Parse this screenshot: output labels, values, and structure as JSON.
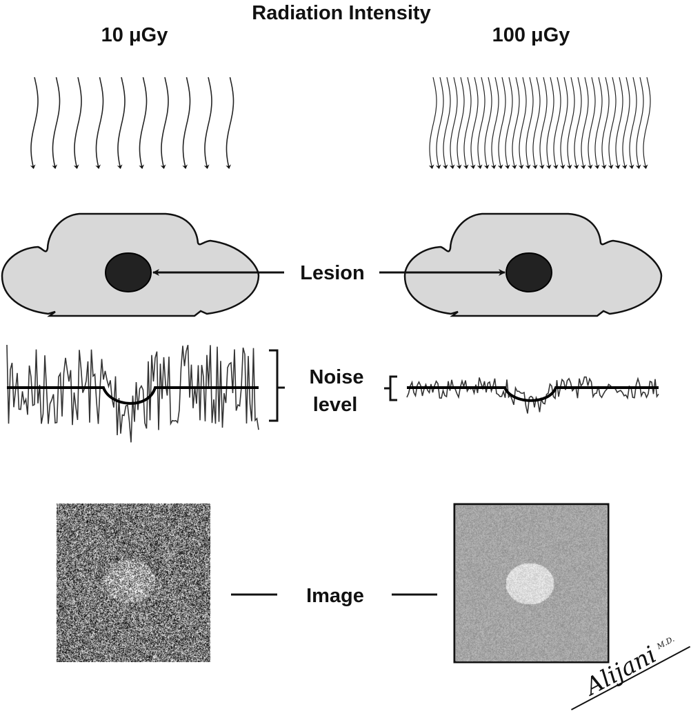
{
  "title": "Radiation Intensity",
  "low_dose": {
    "label": "10 μGy",
    "arrow_count": 10,
    "noise_amplitude": 1.0
  },
  "high_dose": {
    "label": "100 μGy",
    "arrow_count": 32,
    "noise_amplitude": 0.25
  },
  "labels": {
    "lesion": "Lesion",
    "noise_line1": "Noise",
    "noise_line2": "level",
    "image": "Image"
  },
  "signature": {
    "name": "Alijani",
    "suffix": "M.D."
  },
  "colors": {
    "head_fill": "#d8d8d8",
    "lesion": "#222222",
    "image_lesion_high": "#dcdcdc"
  }
}
